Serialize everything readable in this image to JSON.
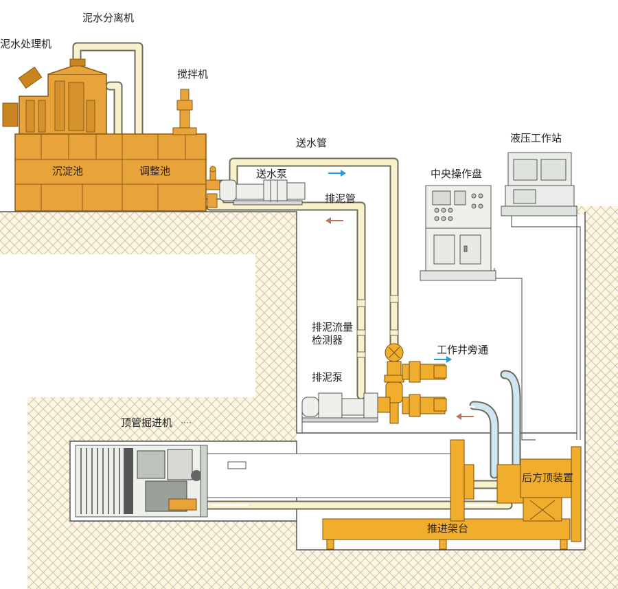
{
  "labels": {
    "mud_processor": "泥水处理机",
    "mud_separator": "泥水分离机",
    "mixer": "搅拌机",
    "settling_tank": "沉淀池",
    "adjust_tank": "调整池",
    "supply_pipe": "送水管",
    "supply_pump": "送水泵",
    "discharge_pipe": "排泥管",
    "central_panel": "中央操作盘",
    "hydraulic_station": "液压工作站",
    "flow_meter_line1": "排泥流量",
    "flow_meter_line2": "检测器",
    "shaft_bypass": "工作井旁通",
    "discharge_pump": "排泥泵",
    "tbm": "顶管掘进机",
    "rear_jack": "后方顶装置",
    "thrust_frame": "推进架台"
  },
  "colors": {
    "machine_orange": "#e8a33a",
    "machine_dark": "#c98420",
    "pipe_fill": "#f8f1cc",
    "pipe_blue": "#cfe6f3",
    "soil_hatch": "#d9c9a4",
    "soil_bg": "#fbf6e6",
    "arrow_blue": "#2a9ad6",
    "arrow_brown": "#b57a5a",
    "equipment_grey": "#e9ece8"
  }
}
